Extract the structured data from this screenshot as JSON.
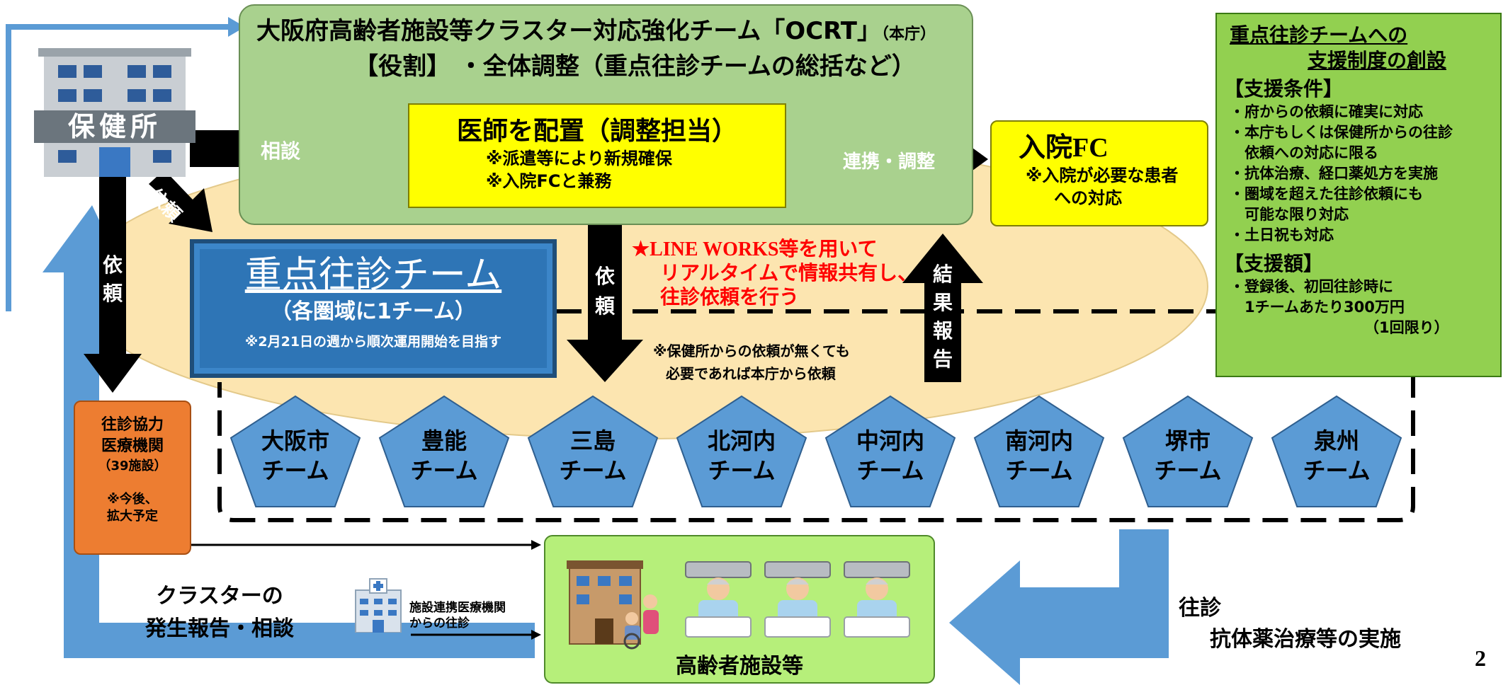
{
  "ocrt": {
    "title": "大阪府高齢者施設等クラスター対応強化チーム「OCRT」",
    "title_suffix": "（本庁）",
    "role": "【役割】 ・全体調整（重点往診チームの総括など）"
  },
  "health_center": {
    "label": "保健所",
    "icon": "building-icon"
  },
  "doctor_box": {
    "title": "医師を配置（調整担当）",
    "note1": "※派遣等により新規確保",
    "note2": "※入院FCと兼務"
  },
  "hospital_fc": {
    "title": "入院FC",
    "note1": "※入院が必要な患者",
    "note2": "への対応"
  },
  "arrows": {
    "consult": "相談",
    "request_diag": "依頼",
    "request_left": [
      "依",
      "頼"
    ],
    "request_center": [
      "依",
      "頼"
    ],
    "coordinate": "連携・調整",
    "result_report": [
      "結",
      "果",
      "報",
      "告"
    ]
  },
  "line_works": {
    "line1": "★LINE WORKS等を用いて",
    "line2": "リアルタイムで情報共有し、",
    "line3": "往診依頼を行う",
    "color": "#ff0000"
  },
  "request_note": {
    "line1": "※保健所からの依頼が無くても",
    "line2": "必要であれば本庁から依頼"
  },
  "team_box": {
    "title": "重点往診チーム",
    "subtitle": "（各圏域に1チーム）",
    "note": "※2月21日の週から順次運用開始を目指す"
  },
  "teams": [
    {
      "line1": "大阪市",
      "line2": "チーム"
    },
    {
      "line1": "豊能",
      "line2": "チーム"
    },
    {
      "line1": "三島",
      "line2": "チーム"
    },
    {
      "line1": "北河内",
      "line2": "チーム"
    },
    {
      "line1": "中河内",
      "line2": "チーム"
    },
    {
      "line1": "南河内",
      "line2": "チーム"
    },
    {
      "line1": "堺市",
      "line2": "チーム"
    },
    {
      "line1": "泉州",
      "line2": "チーム"
    }
  ],
  "cooperating": {
    "line1": "往診協力",
    "line2": "医療機関",
    "line3": "（39施設）",
    "note1": "※今後、",
    "note2": "拡大予定"
  },
  "cluster_report": {
    "line1": "クラスターの",
    "line2": "発生報告・相談"
  },
  "facility_doctor": {
    "line1": "施設連携医療機関",
    "line2": "からの往診",
    "icon": "hospital-icon"
  },
  "elderly_facility": {
    "label": "高齢者施設等",
    "icons": [
      "nursing-home-icon",
      "patient-in-bed-icon"
    ]
  },
  "home_visit": {
    "line1": "往診",
    "line2": "抗体薬治療等の実施"
  },
  "support": {
    "title1": "重点往診チームへの",
    "title2": "支援制度の創設",
    "cond_heading": "【支援条件】",
    "conditions": [
      "・府からの依頼に確実に対応",
      "・本庁もしくは保健所からの往診",
      "　依頼への対応に限る",
      "・抗体治療、経口薬処方を実施",
      "・圏域を超えた往診依頼にも",
      "　可能な限り対応",
      "・土日祝も対応"
    ],
    "amount_heading": "【支援額】",
    "amount": [
      "・登録後、初回往診時に",
      "　1チームあたり300万円",
      "（1回限り）"
    ]
  },
  "page_number": "2",
  "colors": {
    "ocrt_green": "#a9d18e",
    "yellow": "#ffff00",
    "team_blue": "#2e75b6",
    "pentagon_blue": "#5b9bd5",
    "orange": "#ed7d31",
    "support_green": "#92d050",
    "facility_green": "#b6ef7a",
    "ellipse": "#fce5b0"
  }
}
